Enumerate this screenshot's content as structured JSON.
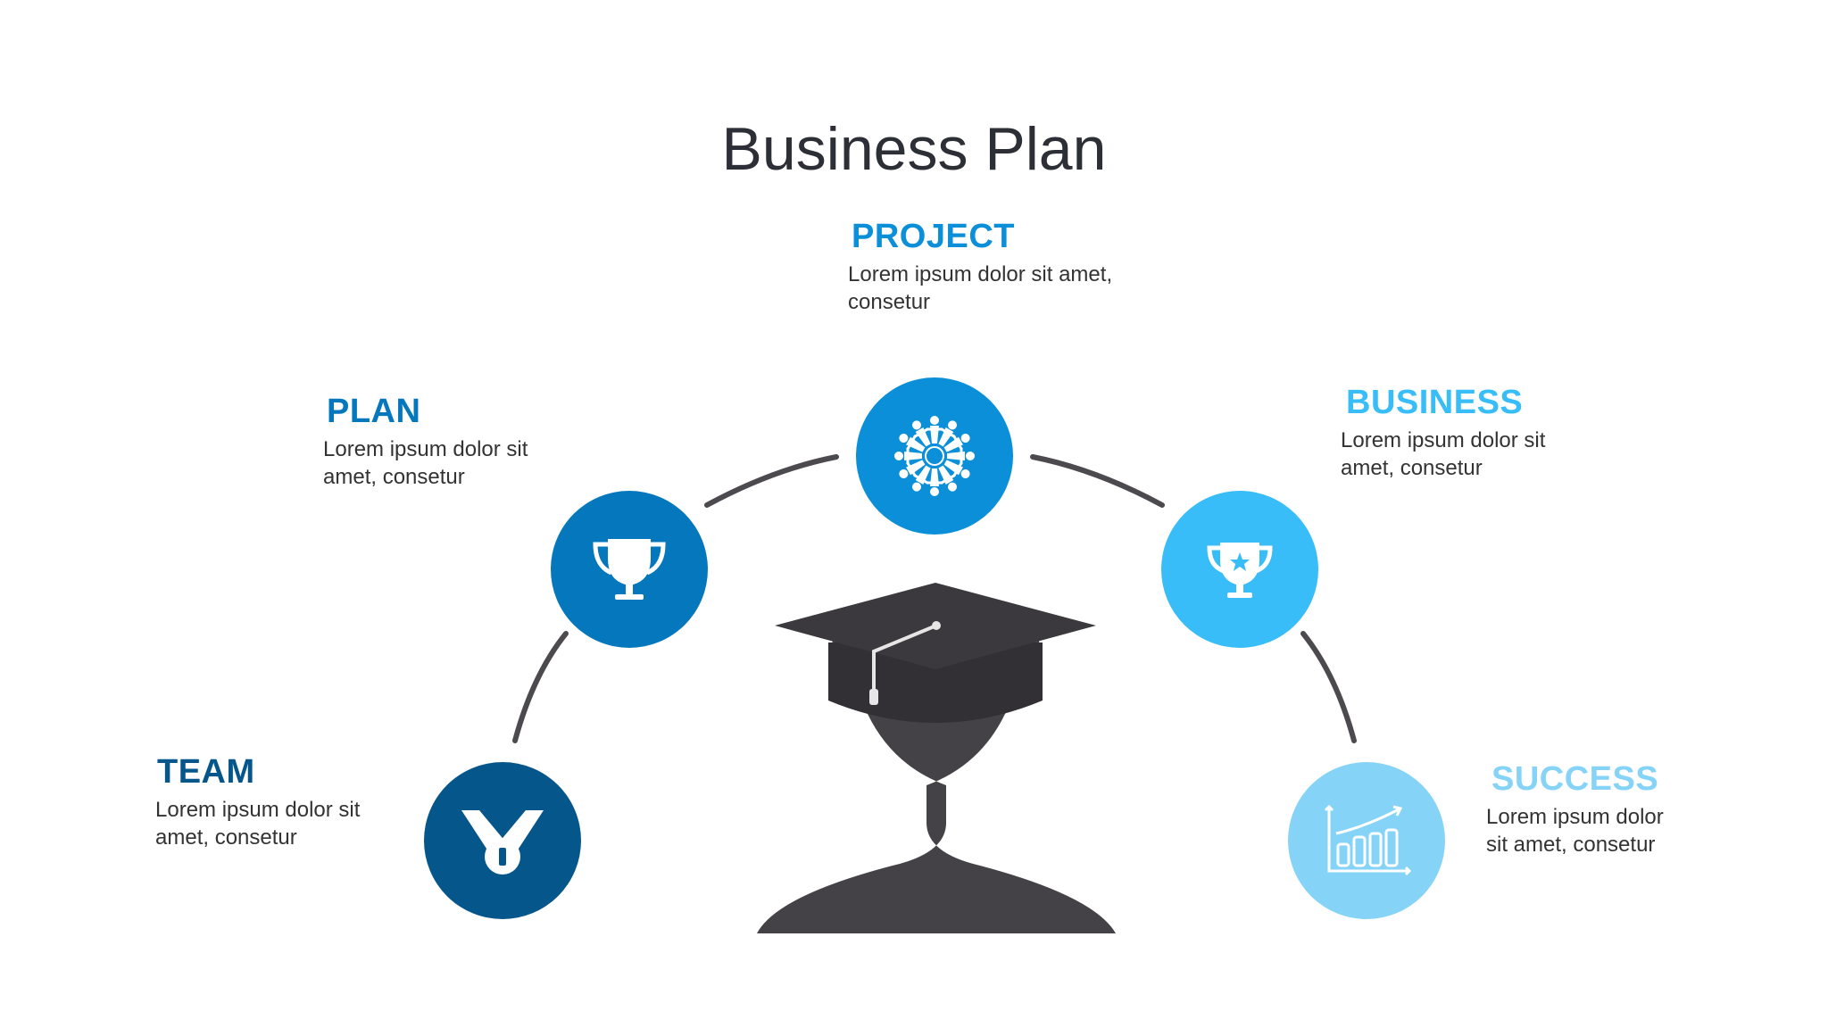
{
  "title": "Business Plan",
  "colors": {
    "team": "#05568a",
    "plan": "#0577bd",
    "project": "#0a8fd8",
    "business": "#38bdf8",
    "success": "#86d3f8",
    "arc": "#4d4a4f",
    "silhouette": "#444246",
    "cap": "#323034"
  },
  "nodes": [
    {
      "key": "team",
      "heading": "TEAM",
      "body_line1": "Lorem ipsum dolor sit",
      "body_line2": "amet, consetur",
      "icon": "medal-icon"
    },
    {
      "key": "plan",
      "heading": "PLAN",
      "body_line1": "Lorem ipsum dolor sit",
      "body_line2": "amet, consetur",
      "icon": "trophy-icon"
    },
    {
      "key": "project",
      "heading": "PROJECT",
      "body_line1": "Lorem ipsum dolor sit amet,",
      "body_line2": "consetur",
      "icon": "people-circle-icon"
    },
    {
      "key": "business",
      "heading": "BUSINESS",
      "body_line1": "Lorem ipsum dolor sit",
      "body_line2": "amet, consetur",
      "icon": "star-trophy-icon"
    },
    {
      "key": "success",
      "heading": "SUCCESS",
      "body_line1": "Lorem ipsum dolor",
      "body_line2": "sit amet, consetur",
      "icon": "growth-chart-icon"
    }
  ],
  "center_figure": "graduate-silhouette-icon"
}
